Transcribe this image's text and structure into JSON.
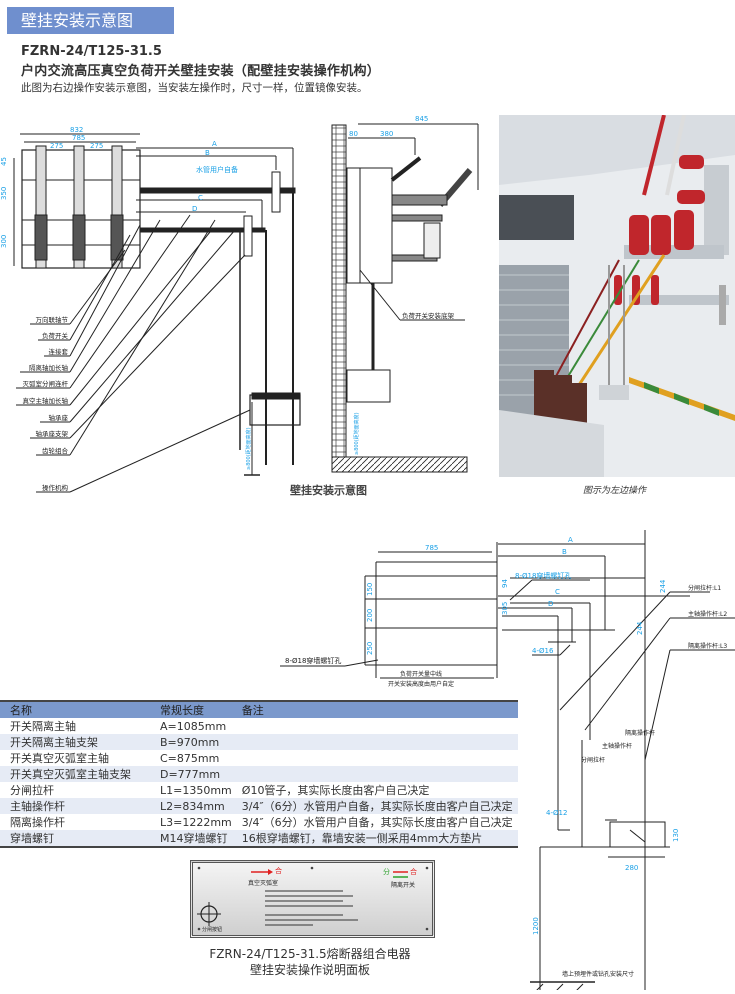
{
  "header": {
    "section_title": "壁挂安装示意图",
    "model": "FZRN-24/T125-31.5",
    "subtitle": "户内交流高压真空负荷开关壁挂安装（配壁挂安装操作机构）",
    "note": "此图为右边操作安装示意图，当安装左操作时，尺寸一样，位置镜像安装。"
  },
  "front_view": {
    "dims": [
      "832",
      "785",
      "275",
      "275",
      "45",
      "350",
      "300",
      "A",
      "B",
      "C",
      "D"
    ],
    "water_pipe_label": "水管用户自备",
    "vertical_dim": "≥800(距地面高度)",
    "callouts": [
      "万向联轴节",
      "负荷开关",
      "连接套",
      "隔离轴加长轴",
      "灭弧室分闸连杆",
      "真空主轴加长轴",
      "轴承座",
      "轴承座支架",
      "齿轮组合",
      "操作机构"
    ]
  },
  "side_view": {
    "dims": [
      "845",
      "80",
      "380"
    ],
    "bracket_label": "负荷开关安装底架",
    "vertical_dim": "≥800(距地面高度)",
    "caption": "壁挂安装示意图"
  },
  "photo": {
    "caption": "图示为左边操作"
  },
  "wall_drawing": {
    "width_dim": "785",
    "left_dims": [
      "150",
      "200",
      "250"
    ],
    "small_dims": [
      "94",
      "305"
    ],
    "hole_label_top": "8-Ø18穿墙螺钉孔",
    "hole_label_left": "8-Ø18穿墙螺钉孔",
    "center_line_label": "负荷开关量中线",
    "height_note": "开关安装高度由用户自定",
    "letters": [
      "A",
      "B",
      "C",
      "D"
    ],
    "dim_244a": "244",
    "dim_244b": "244",
    "small_hole_label": "4-Ø16",
    "rod_labels": [
      "分闸拉杆:L1",
      "主轴操作杆:L2",
      "隔离操作杆:L3"
    ],
    "rod_labels_lower": [
      "隔离操作杆",
      "主轴操作杆",
      "分闸拉杆"
    ],
    "base_hole_label": "4-Ø12",
    "dim_130": "130",
    "dim_280": "280",
    "dim_1200": "1200",
    "ground_note": "墙上预埋件或钻孔安装尺寸"
  },
  "spec_table": {
    "headers": [
      "名称",
      "常规长度",
      "备注"
    ],
    "rows": [
      [
        "开关隔离主轴",
        "A=1085mm",
        ""
      ],
      [
        "开关隔离主轴支架",
        "B=970mm",
        ""
      ],
      [
        "开关真空灭弧室主轴",
        "C=875mm",
        ""
      ],
      [
        "开关真空灭弧室主轴支架",
        "D=777mm",
        ""
      ],
      [
        "分闸拉杆",
        "L1=1350mm",
        "Ø10管子，其实际长度由客户自己决定"
      ],
      [
        "主轴操作杆",
        "L2=834mm",
        "3/4″（6分）水管用户自备，其实际长度由客户自己决定"
      ],
      [
        "隔离操作杆",
        "L3=1222mm",
        "3/4″（6分）水管用户自备，其实际长度由客户自己决定"
      ],
      [
        "穿墙螺钉",
        "M14穿墙螺钉",
        "16根穿墙螺钉，靠墙安装一侧采用4mm大方垫片"
      ]
    ]
  },
  "panel": {
    "left_label": "真空灭弧室",
    "right_label": "隔离开关",
    "open_label": "分",
    "close_label": "合",
    "button_label": "分闸按钮",
    "caption_line1": "FZRN-24/T125-31.5熔断器组合电器",
    "caption_line2": "壁挂安装操作说明面板"
  },
  "colors": {
    "accent_blue": "#6f8fce",
    "table_header": "#7b99cc",
    "table_stripe": "#e6ebf5",
    "dim_blue": "#1aa0e6"
  }
}
